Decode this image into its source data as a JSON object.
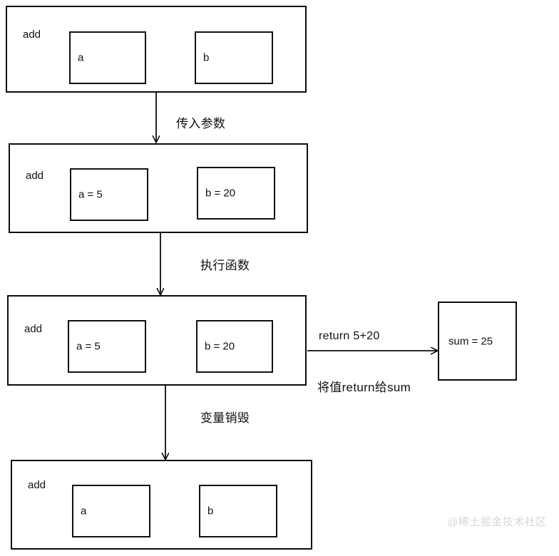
{
  "diagram": {
    "title": "function call stack frames",
    "stroke_color": "#0d0d0d",
    "background_color": "#ffffff",
    "frames": [
      {
        "id": "frame-initial",
        "name": "add",
        "slots": [
          {
            "id": "slot-a",
            "label": "a"
          },
          {
            "id": "slot-b",
            "label": "b"
          }
        ]
      },
      {
        "id": "frame-args-passed",
        "name": "add",
        "slots": [
          {
            "id": "slot-a",
            "label": "a = 5"
          },
          {
            "id": "slot-b",
            "label": "b = 20"
          }
        ]
      },
      {
        "id": "frame-executing",
        "name": "add",
        "slots": [
          {
            "id": "slot-a",
            "label": "a = 5"
          },
          {
            "id": "slot-b",
            "label": "b = 20"
          }
        ]
      },
      {
        "id": "frame-destroyed",
        "name": "add",
        "slots": [
          {
            "id": "slot-a",
            "label": "a"
          },
          {
            "id": "slot-b",
            "label": "b"
          }
        ]
      }
    ],
    "result_box": {
      "id": "result-sum",
      "label": "sum = 25"
    },
    "edges": [
      {
        "id": "edge-pass-args",
        "label": "传入参数"
      },
      {
        "id": "edge-execute",
        "label": "执行函数"
      },
      {
        "id": "edge-return",
        "label": "return 5+20"
      },
      {
        "id": "edge-return-note",
        "label": "将值return给sum"
      },
      {
        "id": "edge-destroy",
        "label": "变量销毁"
      }
    ]
  },
  "watermark": {
    "text": "@稀土掘金技术社区",
    "color": "#d8d8d8"
  }
}
